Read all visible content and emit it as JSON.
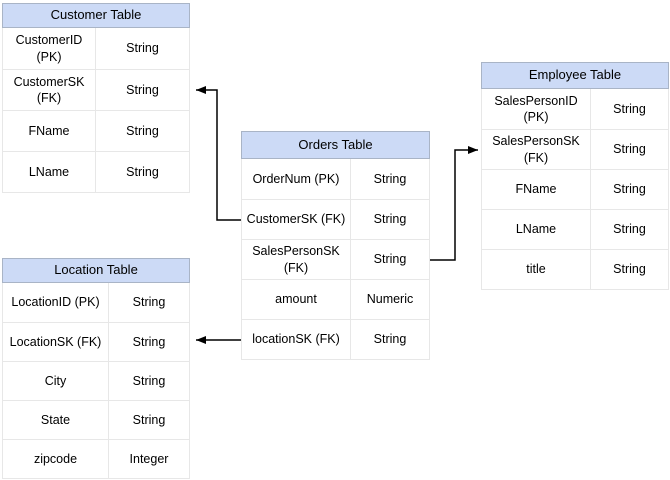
{
  "diagram": {
    "tables": {
      "customer": {
        "title": "Customer Table",
        "rows": [
          {
            "field": "CustomerID (PK)",
            "type": "String"
          },
          {
            "field": "CustomerSK\n(FK)",
            "type": "String"
          },
          {
            "field": "FName",
            "type": "String"
          },
          {
            "field": "LName",
            "type": "String"
          }
        ]
      },
      "orders": {
        "title": "Orders Table",
        "rows": [
          {
            "field": "OrderNum (PK)",
            "type": "String"
          },
          {
            "field": "CustomerSK (FK)",
            "type": "String"
          },
          {
            "field": "SalesPersonSK\n(FK)",
            "type": "String"
          },
          {
            "field": "amount",
            "type": "Numeric"
          },
          {
            "field": "locationSK (FK)",
            "type": "String"
          }
        ]
      },
      "employee": {
        "title": "Employee Table",
        "rows": [
          {
            "field": "SalesPersonID (PK)",
            "type": "String"
          },
          {
            "field": "SalesPersonSK\n(FK)",
            "type": "String"
          },
          {
            "field": "FName",
            "type": "String"
          },
          {
            "field": "LName",
            "type": "String"
          },
          {
            "field": "title",
            "type": "String"
          }
        ]
      },
      "location": {
        "title": "Location Table",
        "rows": [
          {
            "field": "LocationID (PK)",
            "type": "String"
          },
          {
            "field": "LocationSK (FK)",
            "type": "String"
          },
          {
            "field": "City",
            "type": "String"
          },
          {
            "field": "State",
            "type": "String"
          },
          {
            "field": "zipcode",
            "type": "Integer"
          }
        ]
      }
    },
    "relationships": [
      {
        "from": "Orders.CustomerSK (FK)",
        "to": "Customer.CustomerSK (FK)"
      },
      {
        "from": "Orders.SalesPersonSK (FK)",
        "to": "Employee.SalesPersonSK (FK)"
      },
      {
        "from": "Orders.locationSK (FK)",
        "to": "Location.LocationSK (FK)"
      }
    ],
    "colors": {
      "header_fill": "#CCDAF6",
      "header_border": "#A9B4C6",
      "row_border": "#E7E7E7",
      "connector": "#000000",
      "text": "#000000",
      "background": "#FFFFFF"
    }
  }
}
